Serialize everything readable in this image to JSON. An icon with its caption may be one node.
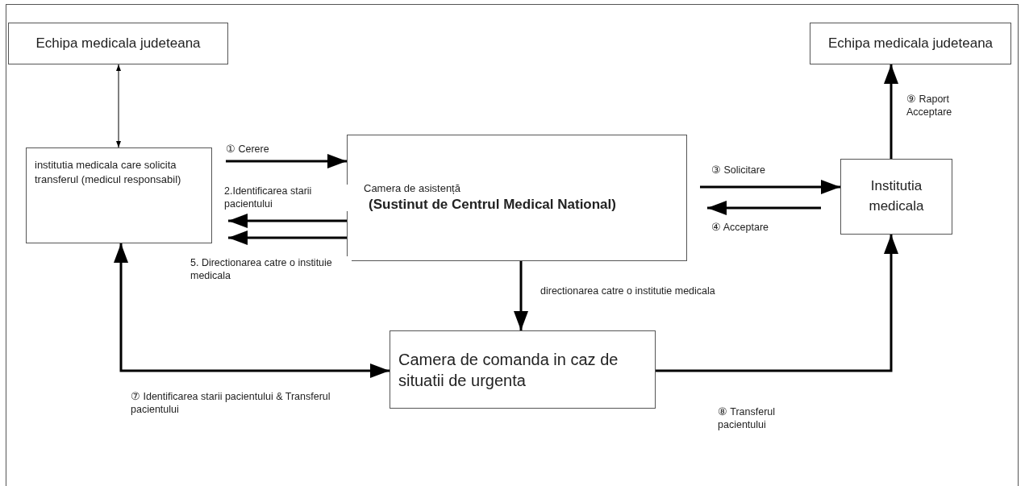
{
  "diagram": {
    "nodes": [
      {
        "text": [
          "Echipa medicala judeteana"
        ]
      },
      {
        "text": [
          "institutia medicala care solicita transferul (medicul responsabil)"
        ]
      },
      {
        "text": [
          "Camera de asistență",
          "(Sustinut de Centrul Medical National)"
        ]
      },
      {
        "text": [
          "Echipa medicala judeteana"
        ]
      },
      {
        "text": [
          "Institutia medicala"
        ]
      },
      {
        "text": [
          "Camera de comanda in caz de situatii de urgenta"
        ]
      }
    ],
    "edges": [
      {
        "from": 0,
        "to": 1,
        "arrow": "both"
      },
      {
        "from": 1,
        "to": 2,
        "arrow": "to",
        "label": "① Cerere"
      },
      {
        "from": 2,
        "to": 1,
        "arrow": "to",
        "label": "2.Identificarea starii pacientului"
      },
      {
        "from": 2,
        "to": 1,
        "arrow": "to",
        "label": "5. Directionarea catre o instituie medicala"
      },
      {
        "from": 2,
        "to": 4,
        "arrow": "to",
        "label": "③ Solicitare"
      },
      {
        "from": 4,
        "to": 2,
        "arrow": "to",
        "label": "④ Acceptare"
      },
      {
        "from": 4,
        "to": 3,
        "arrow": "to",
        "label": "⑨ Raport Acceptare"
      },
      {
        "from": 2,
        "to": 5,
        "arrow": "to",
        "label": "directionarea catre o institutie medicala"
      },
      {
        "from": 1,
        "to": 5,
        "arrow": "both",
        "label": "⑦ Identificarea starii pacientului & Transferul pacientului"
      },
      {
        "from": 5,
        "to": 4,
        "arrow": "to",
        "label": "⑧ Transferul pacientului"
      }
    ]
  }
}
